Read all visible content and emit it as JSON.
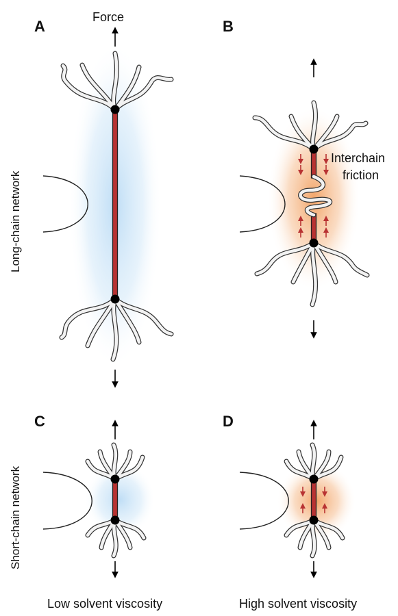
{
  "figure": {
    "panels": [
      {
        "letter": "A"
      },
      {
        "letter": "B"
      },
      {
        "letter": "C"
      },
      {
        "letter": "D"
      }
    ],
    "force_label": "Force",
    "friction_label_line1": "Interchain",
    "friction_label_line2": "friction",
    "row_labels": [
      "Long-chain network",
      "Short-chain network"
    ],
    "column_labels": [
      "Low solvent viscosity",
      "High solvent viscosity"
    ],
    "colors": {
      "chain_fill": "#b83232",
      "chain_outline": "#222222",
      "strand_outline": "#333333",
      "strand_fill": "#f2f2f2",
      "node": "#000000",
      "low_viscosity_glow": "#bcdcf5",
      "high_viscosity_glow": "#f2a061",
      "friction_arrow": "#b83232"
    }
  }
}
